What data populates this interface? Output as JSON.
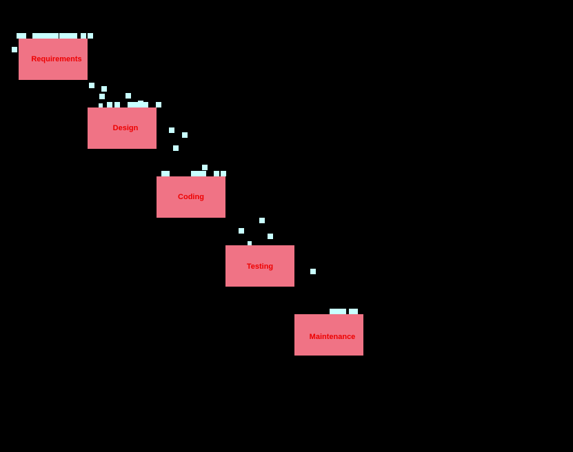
{
  "diagram": {
    "background_color": "#000000",
    "box_color": "#f07385",
    "label_color": "#ee0000",
    "marker_color": "#c8ffff",
    "stages": [
      {
        "label": "Requirements"
      },
      {
        "label": "Design"
      },
      {
        "label": "Coding"
      },
      {
        "label": "Testing"
      },
      {
        "label": "Maintenance"
      }
    ]
  }
}
